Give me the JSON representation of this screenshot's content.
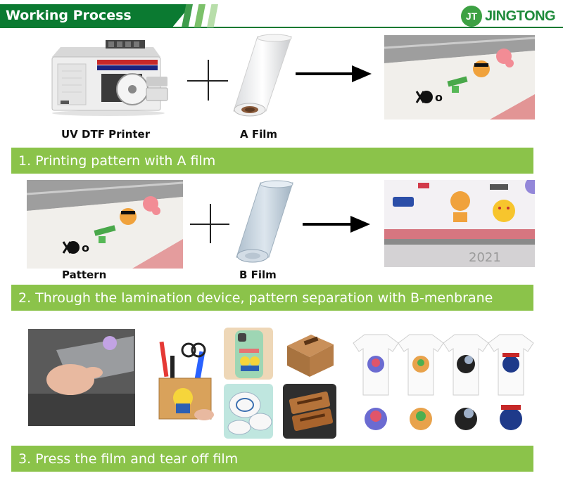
{
  "header": {
    "title": "Working Process",
    "logo_mark": "JT",
    "logo_text": "JINGTONG"
  },
  "row1": {
    "printer_caption": "UV DTF Printer",
    "film_caption": "A Film"
  },
  "step1": {
    "label": "1. Printing pattern with A film"
  },
  "row2": {
    "pattern_caption": "Pattern",
    "film_caption": "B Film"
  },
  "step2": {
    "label": "2. Through the lamination device, pattern separation with B-menbrane"
  },
  "step3": {
    "label": "3. Press the film and tear off film"
  },
  "colors": {
    "header_green": "#0b7a31",
    "banner_green": "#8bc34a",
    "logo_green": "#3da143"
  }
}
